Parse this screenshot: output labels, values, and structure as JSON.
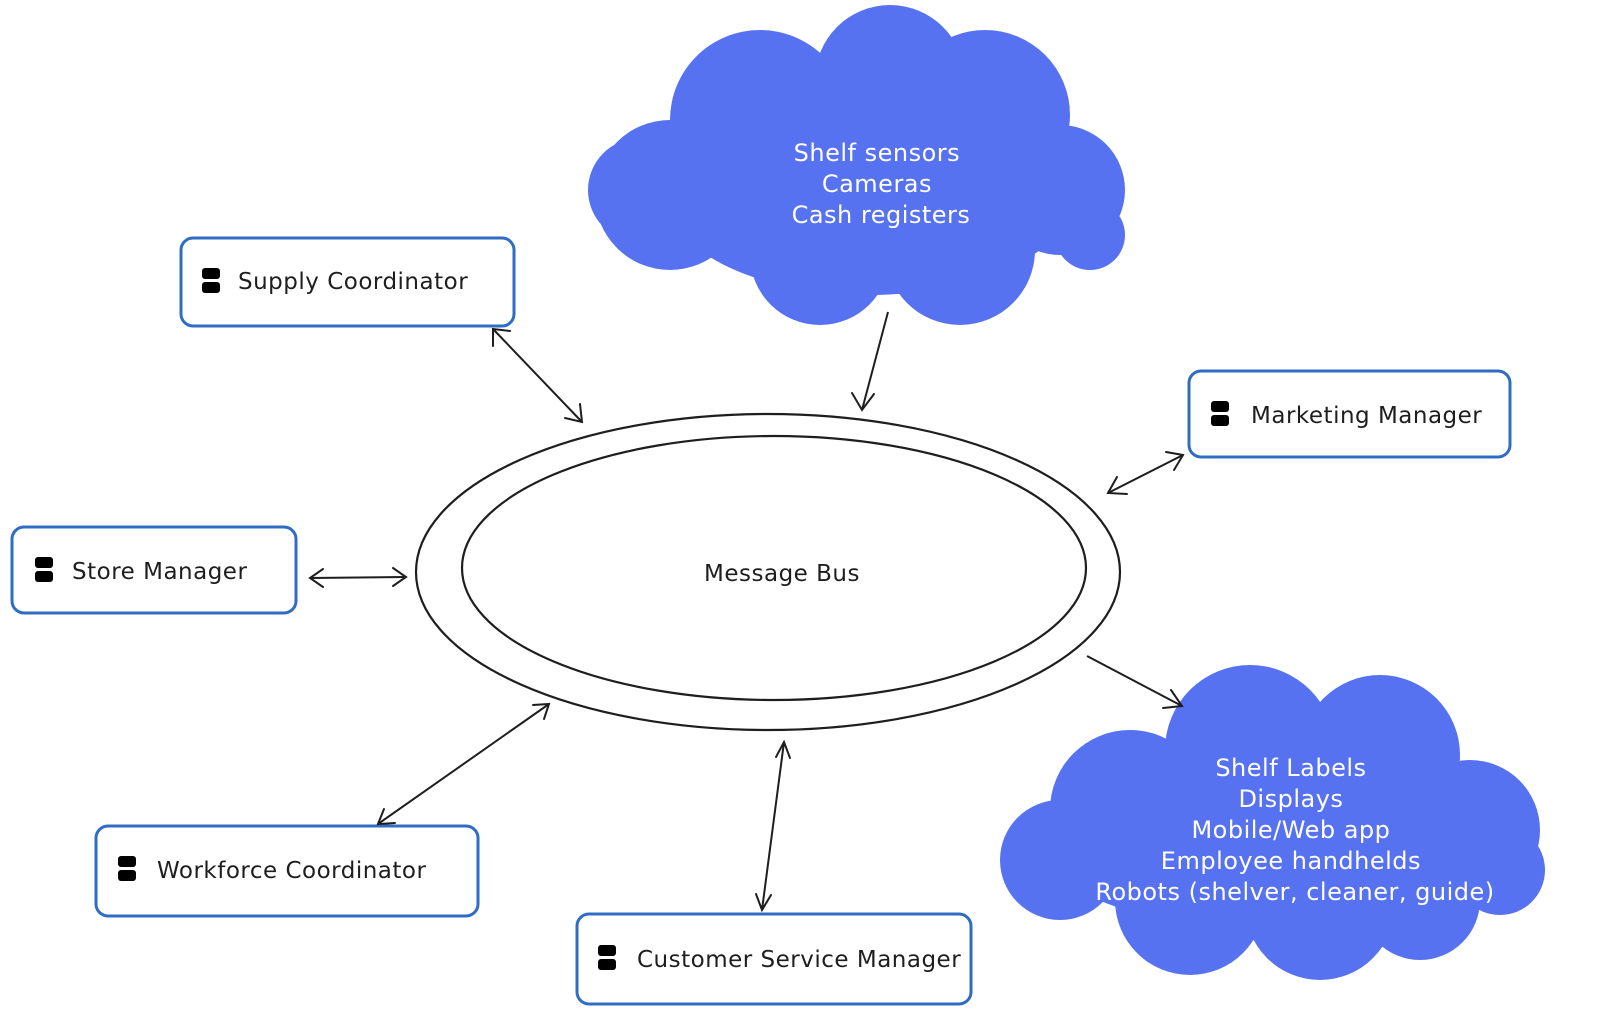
{
  "bus": {
    "label": "Message Bus"
  },
  "agents": {
    "supply_coordinator": {
      "label": "Supply Coordinator",
      "icon": "robot-icon"
    },
    "marketing_manager": {
      "label": "Marketing Manager",
      "icon": "robot-icon"
    },
    "store_manager": {
      "label": "Store Manager",
      "icon": "robot-icon"
    },
    "workforce_coordinator": {
      "label": "Workforce Coordinator",
      "icon": "robot-icon"
    },
    "customer_service_manager": {
      "label": "Customer Service Manager",
      "icon": "robot-icon"
    }
  },
  "inputs_cloud": {
    "lines": [
      "Shelf sensors",
      "Cameras",
      "Cash registers"
    ]
  },
  "outputs_cloud": {
    "lines": [
      "Shelf Labels",
      "Displays",
      "Mobile/Web app",
      "Employee handhelds",
      "Robots (shelver, cleaner, guide)"
    ]
  },
  "colors": {
    "cloud_fill": "#5772f0",
    "box_stroke": "#2f6cc4",
    "ink": "#1e1e1e",
    "background": "#ffffff"
  }
}
